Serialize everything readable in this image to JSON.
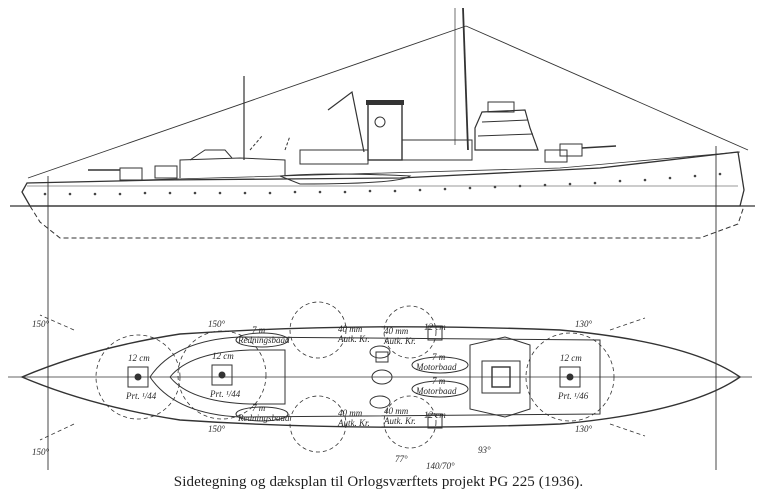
{
  "caption": "Sidetegning og dæksplan til Orlogsværftets projekt PG 225 (1936).",
  "plan_labels": {
    "arc_150": "150°",
    "arc_130": "130°",
    "arc_77": "77°",
    "arc_93": "93°",
    "arc_140_70": "140/70°",
    "gun_12cm": "12 cm",
    "gun_prt_44": "Prt. ¹/44",
    "gun_prt_46": "Prt. ¹/46",
    "aa_40mm": "40 mm",
    "aa_mount": "Autk. Kr.",
    "boat_7m": "7 m",
    "boat_redning": "Redningsbaad",
    "boat_motor": "Motorbaad"
  }
}
